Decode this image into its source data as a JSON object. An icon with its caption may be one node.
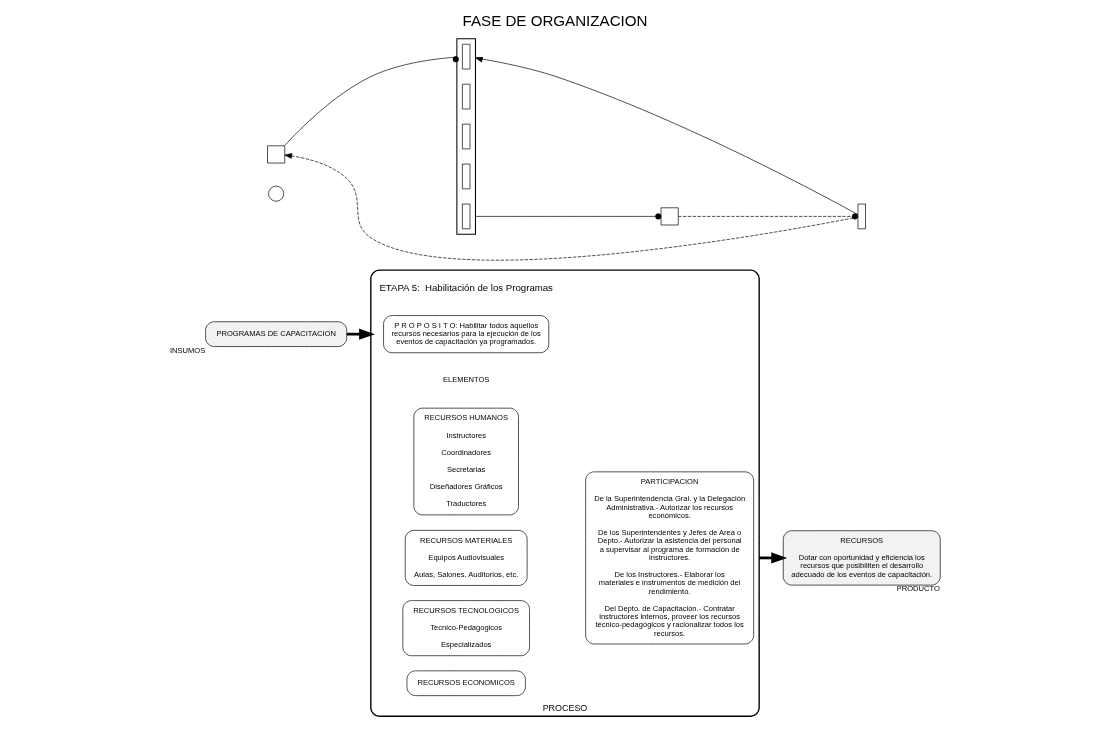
{
  "diagram": {
    "title": "FASE DE ORGANIZACION",
    "nodes": [
      {
        "text": [
          "PROGRAMAS DE CAPACITACION"
        ],
        "beside": [
          "INSUMOS"
        ]
      },
      {
        "text": [
          "ETAPA 5:  Habilitación de los Programas"
        ],
        "beside": [
          "PROCESO"
        ]
      },
      {
        "text": [
          "P R O P O S I T O: Habilitar todos aquellos recursos necesarios para la ejecución de los eventos de capacitación ya programados."
        ],
        "in": 1
      },
      {
        "text": [
          "RECURSOS HUMANOS",
          "Instructores",
          "Coordinadores",
          "Secretarias",
          "Diseñadores Gráficos",
          "Traductores"
        ],
        "in": 1
      },
      {
        "text": [
          "RECURSOS MATERIALES",
          "Equipos Audiovisuales",
          "Aulas, Salones, Auditorios, etc."
        ],
        "in": 1
      },
      {
        "text": [
          "RECURSOS TECNOLOGICOS",
          "Tecnico-Pedagogicos",
          "Especializados"
        ],
        "in": 1
      },
      {
        "text": [
          "RECURSOS ECONOMICOS"
        ],
        "in": 1
      },
      {
        "text": [
          "PARTICIPACION",
          "De la Superintendencia Gral. y la Delegación Administrativa.- Autorizar los recursos económicos.",
          "De los Superintendentes y Jefes de Area o Depto.- Autorizar la asistencia del personal a supervisar al programa de formación de instructores.",
          "De los Instructores.- Elaborar los materiales e instrumentos de medición del rendimiento.",
          "Del Depto. de Capacitación.- Contratar instructores internos, proveer los recursos técnico-pedagógicos y racionalizar todos los recursos."
        ],
        "in": 1
      },
      {
        "text": [
          "RECURSOS",
          "Dotar con oportunidad y eficiencia los recursos que posibiliten el desarrollo adecuado de los eventos de capacitación."
        ],
        "beside": [
          "PRODUCTO"
        ]
      },
      {
        "text": [],
        "shape": "circle"
      },
      {
        "text": [],
        "shape": "box"
      },
      {
        "text": [],
        "shape": "box"
      },
      {
        "text": [],
        "shape": "bar",
        "in": 11
      },
      {
        "text": [],
        "shape": "bar",
        "in": 11
      },
      {
        "text": [],
        "shape": "bar",
        "in": 11
      },
      {
        "text": [],
        "shape": "bar",
        "in": 11
      },
      {
        "text": [],
        "shape": "bar",
        "in": 11
      },
      {
        "text": [],
        "shape": "box"
      },
      {
        "text": [],
        "shape": "bar"
      }
    ],
    "edges": [
      {
        "from": 0,
        "to": 1,
        "arrow": "to",
        "style": "thick"
      },
      {
        "from": 1,
        "to": 8,
        "arrow": "to",
        "style": "thick"
      },
      {
        "from": 10,
        "to": 11,
        "arrow": "other"
      },
      {
        "from": 11,
        "to": 17,
        "arrow": "other"
      },
      {
        "from": 18,
        "to": 11,
        "arrow": "to"
      },
      {
        "from": 18,
        "to": 10,
        "arrow": "to",
        "style": "dashed"
      },
      {
        "from": 17,
        "to": 18,
        "arrow": "other",
        "style": "dashed"
      }
    ],
    "labels": [
      "ELEMENTOS"
    ]
  }
}
